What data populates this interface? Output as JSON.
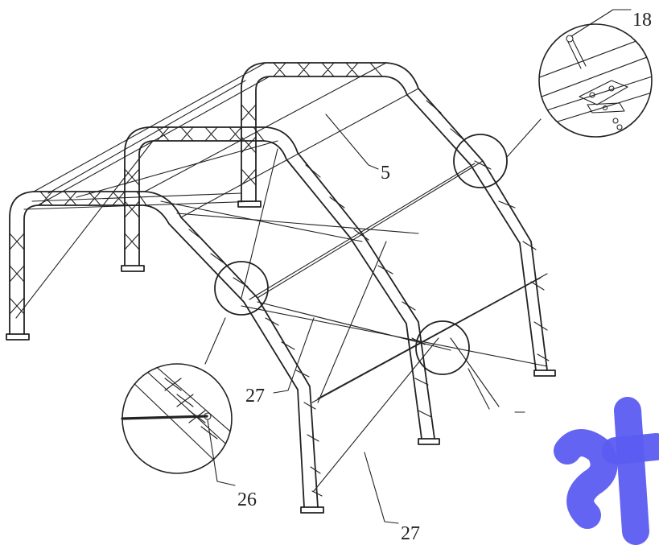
{
  "labels": {
    "part_18": "18",
    "part_5": "5",
    "part_27_a": "27",
    "part_26": "26",
    "part_27_b": "27"
  },
  "watermark": {
    "color": "#5b5cf0"
  }
}
